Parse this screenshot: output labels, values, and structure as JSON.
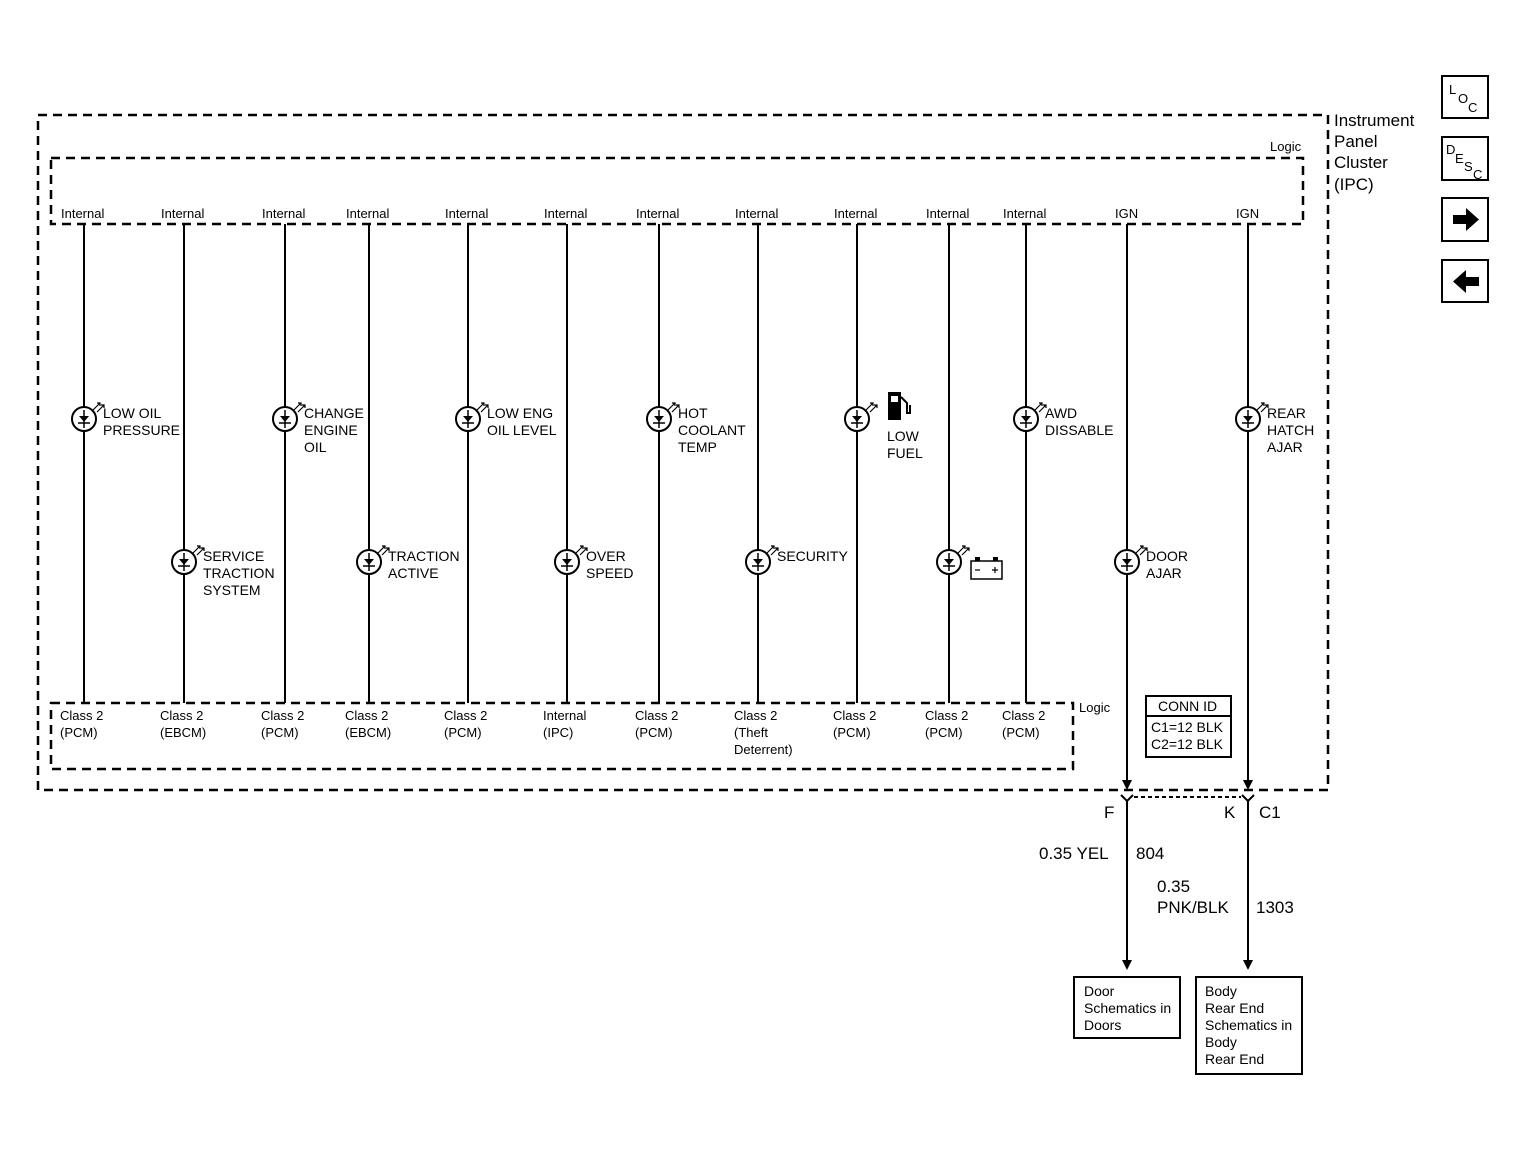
{
  "component": {
    "name_lines": [
      "Instrument",
      "Panel",
      "Cluster",
      "(IPC)"
    ],
    "logic_label_top": "Logic",
    "logic_label_bottom": "Logic"
  },
  "nav": {
    "loc": [
      "L",
      "O",
      "C"
    ],
    "desc": [
      "D",
      "E",
      "S",
      "C"
    ]
  },
  "circuits": [
    {
      "top": "Internal",
      "bottom": [
        "Class 2",
        "(PCM)"
      ],
      "indicator": {
        "label": [
          "LOW OIL",
          "PRESSURE"
        ],
        "level": "upper"
      }
    },
    {
      "top": "Internal",
      "bottom": [
        "Class 2",
        "(EBCM)"
      ],
      "indicator": {
        "label": [
          "SERVICE",
          "TRACTION",
          "SYSTEM"
        ],
        "level": "lower"
      }
    },
    {
      "top": "Internal",
      "bottom": [
        "Class 2",
        "(PCM)"
      ],
      "indicator": {
        "label": [
          "CHANGE",
          "ENGINE",
          "OIL"
        ],
        "level": "upper"
      }
    },
    {
      "top": "Internal",
      "bottom": [
        "Class 2",
        "(EBCM)"
      ],
      "indicator": {
        "label": [
          "TRACTION",
          "ACTIVE"
        ],
        "level": "lower"
      }
    },
    {
      "top": "Internal",
      "bottom": [
        "Class 2",
        "(PCM)"
      ],
      "indicator": {
        "label": [
          "LOW ENG",
          "OIL LEVEL"
        ],
        "level": "upper"
      }
    },
    {
      "top": "Internal",
      "bottom": [
        "Internal",
        "(IPC)"
      ],
      "indicator": {
        "label": [
          "OVER",
          "SPEED"
        ],
        "level": "lower"
      }
    },
    {
      "top": "Internal",
      "bottom": [
        "Class 2",
        "(PCM)"
      ],
      "indicator": {
        "label": [
          "HOT",
          "COOLANT",
          "TEMP"
        ],
        "level": "upper"
      }
    },
    {
      "top": "Internal",
      "bottom": [
        "Class 2",
        "(Theft",
        "Deterrent)"
      ],
      "indicator": {
        "label": [
          "SECURITY"
        ],
        "level": "lower"
      }
    },
    {
      "top": "Internal",
      "bottom": [
        "Class 2",
        "(PCM)"
      ],
      "indicator": {
        "label": [
          "LOW",
          "FUEL"
        ],
        "level": "upper",
        "icon": "fuel-pump-icon"
      }
    },
    {
      "top": "Internal",
      "bottom": [
        "Class 2",
        "(PCM)"
      ],
      "indicator": {
        "label": [],
        "level": "lower",
        "icon": "battery-icon"
      }
    },
    {
      "top": "Internal",
      "bottom": [
        "Class 2",
        "(PCM)"
      ],
      "indicator": {
        "label": [
          "AWD",
          "DISSABLE"
        ],
        "level": "upper"
      }
    },
    {
      "top": "IGN",
      "bottom": [],
      "indicator": {
        "label": [
          "DOOR",
          "AJAR"
        ],
        "level": "lower"
      },
      "connector": {
        "pin": "F",
        "wire_color": "0.35 YEL",
        "circuit": "804",
        "destination": [
          "Door",
          "Schematics in",
          "Doors"
        ]
      }
    },
    {
      "top": "IGN",
      "bottom": [],
      "indicator": {
        "label": [
          "REAR",
          "HATCH",
          "AJAR"
        ],
        "level": "upper"
      },
      "connector": {
        "pin": "K",
        "connector_name": "C1",
        "wire_color": [
          "0.35",
          "PNK/BLK"
        ],
        "circuit": "1303",
        "destination": [
          "Body",
          "Rear End",
          "Schematics in",
          "Body",
          "Rear End"
        ]
      }
    }
  ],
  "conn_id": {
    "title": "CONN ID",
    "rows": [
      "C1=12 BLK",
      "C2=12 BLK"
    ]
  }
}
